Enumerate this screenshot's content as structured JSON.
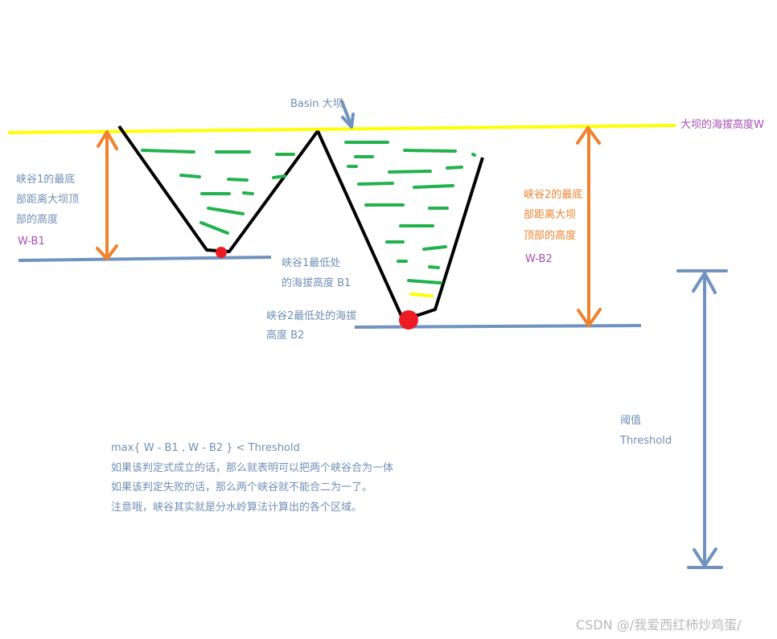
{
  "labels": {
    "basin": "Basin 大坝",
    "dam_height": "大坝的海拔高度W",
    "valley1_dist": [
      "峡谷1的最底",
      "部距离大坝顶",
      "部的高度"
    ],
    "w_b1": "W-B1",
    "valley1_low": [
      "峡谷1最低处",
      "的海拔高度 B1"
    ],
    "valley2_low": [
      "峡谷2最低处的海拔",
      "高度  B2"
    ],
    "valley2_dist": [
      "峡谷2的最底",
      "部距离大坝",
      "顶部的高度"
    ],
    "w_b2": "W-B2",
    "threshold": [
      "阈值",
      "Threshold"
    ]
  },
  "notes": [
    "max{ W - B1 , W - B2 } < Threshold",
    "如果该判定式成立的话，那么就表明可以把两个峡谷合为一体",
    "如果该判定失败的话，那么两个峡谷就不能合二为一了。",
    "注意哦，峡谷其实就是分水岭算法计算出的各个区域。"
  ],
  "watermark": "CSDN @/我爱西红柿炒鸡蛋/",
  "colors": {
    "dam_line": "#ffff00",
    "valley_outline": "#000000",
    "water": "#22b14c",
    "level_line": "#7092be",
    "height_arrow": "#f0822e",
    "low_point": "#ed1c24",
    "text_blue": "#6f8fb5",
    "text_orange": "#f0822e",
    "text_purple": "#a84fb0"
  }
}
